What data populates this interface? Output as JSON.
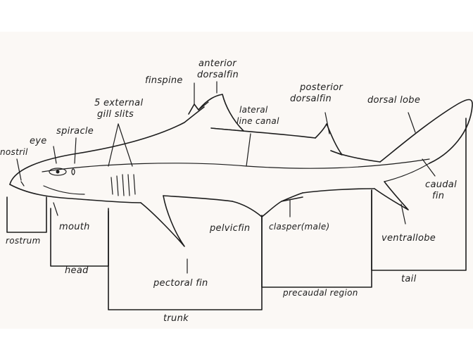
{
  "labels": {
    "anterior_1": "anterior",
    "anterior_2": "dorsalfin",
    "finspine": "finspine",
    "gill_1": "5 external",
    "gill_2": "gill slits",
    "spiracle": "spiracle",
    "eye": "eye",
    "nostril": "nostril",
    "lateral_1": "lateral",
    "lateral_2": "line canal",
    "posterior_1": "posterior",
    "posterior_2": "dorsalfin",
    "dorsal_lobe": "dorsal lobe",
    "caudal_1": "caudal",
    "caudal_2": "fin",
    "mouth": "mouth",
    "rostrum": "rostrum",
    "head": "head",
    "pelvic": "pelvicfin",
    "clasper": "clasper(male)",
    "ventral_lobe": "ventrallobe",
    "pectoral": "pectoral fin",
    "tail": "tail",
    "precaudal": "precaudal region",
    "trunk": "trunk"
  }
}
